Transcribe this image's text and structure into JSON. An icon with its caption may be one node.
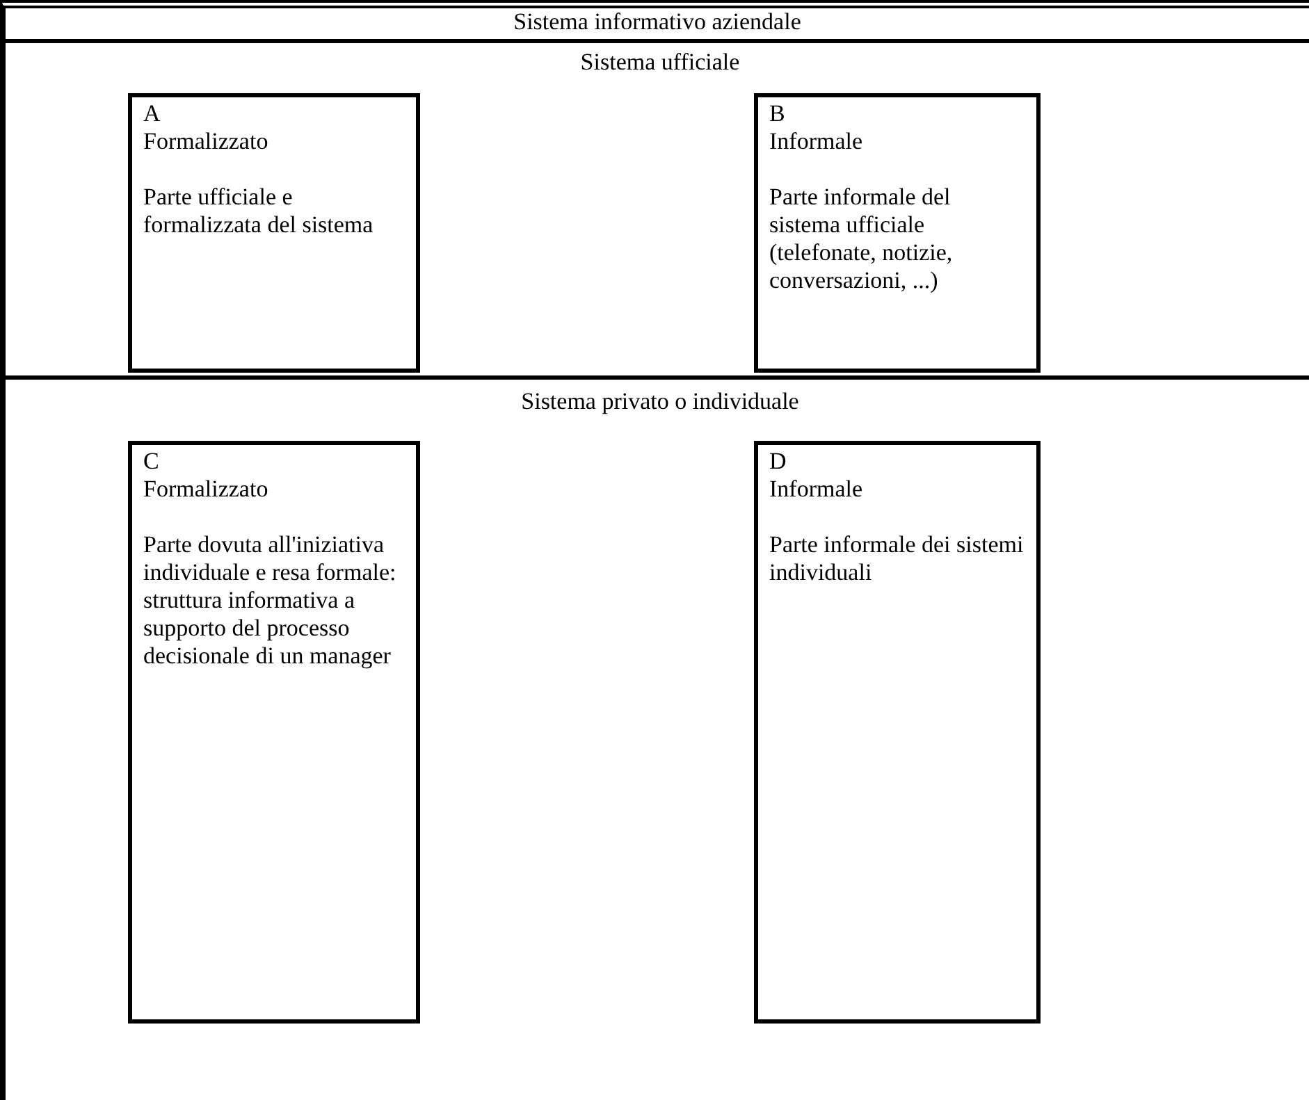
{
  "diagram": {
    "nodes": [
      {
        "text": [
          "Sistema informativo aziendale"
        ]
      },
      {
        "text": [
          "Sistema ufficiale"
        ],
        "in": 0
      },
      {
        "text": [
          "A",
          "Formalizzato",
          "Parte ufficiale e formalizzata del sistema"
        ],
        "in": 1
      },
      {
        "text": [
          "B",
          "Informale",
          "Parte informale del sistema ufficiale (telefonate, notizie, conversazioni, ...)"
        ],
        "in": 1
      },
      {
        "text": [
          "Sistema privato o individuale"
        ],
        "in": 0
      },
      {
        "text": [
          "C",
          "Formalizzato",
          "Parte dovuta all'iniziativa individuale e resa formale: struttura informativa a supporto del processo decisionale di un manager"
        ],
        "in": 4
      },
      {
        "text": [
          "D",
          "Informale",
          "Parte informale dei sistemi individuali"
        ],
        "in": 4
      }
    ],
    "edges": []
  }
}
